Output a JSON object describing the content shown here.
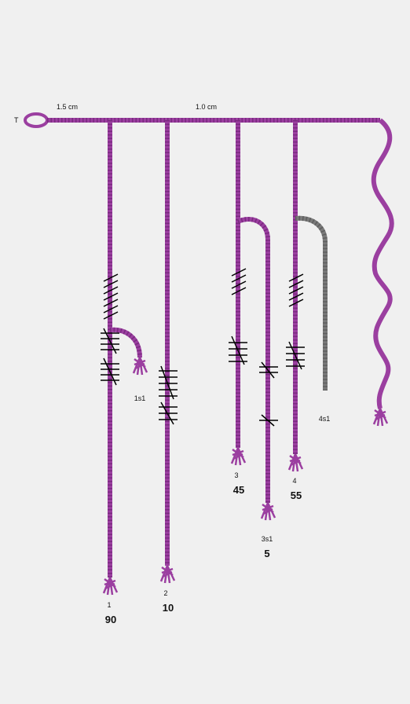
{
  "colors": {
    "background": "#f0f0f0",
    "cord": "#9b3fa0",
    "cord_gray": "#7a7a7a",
    "knot": "#000000"
  },
  "labels": {
    "top_marker": "T",
    "spacing_1": "1.5 cm",
    "spacing_2": "1.0 cm"
  },
  "cords": [
    {
      "id": "1",
      "label": "1",
      "value": "90",
      "color": "cord"
    },
    {
      "id": "1s1",
      "label": "1s1",
      "value": "",
      "color": "cord"
    },
    {
      "id": "2",
      "label": "2",
      "value": "10",
      "color": "cord"
    },
    {
      "id": "3",
      "label": "3",
      "value": "45",
      "color": "cord"
    },
    {
      "id": "3s1",
      "label": "3s1",
      "value": "5",
      "color": "cord"
    },
    {
      "id": "4",
      "label": "4",
      "value": "55",
      "color": "cord"
    },
    {
      "id": "4s1",
      "label": "4s1",
      "value": "",
      "color": "cord_gray"
    },
    {
      "id": "top",
      "label": "",
      "value": "",
      "color": "cord"
    }
  ]
}
